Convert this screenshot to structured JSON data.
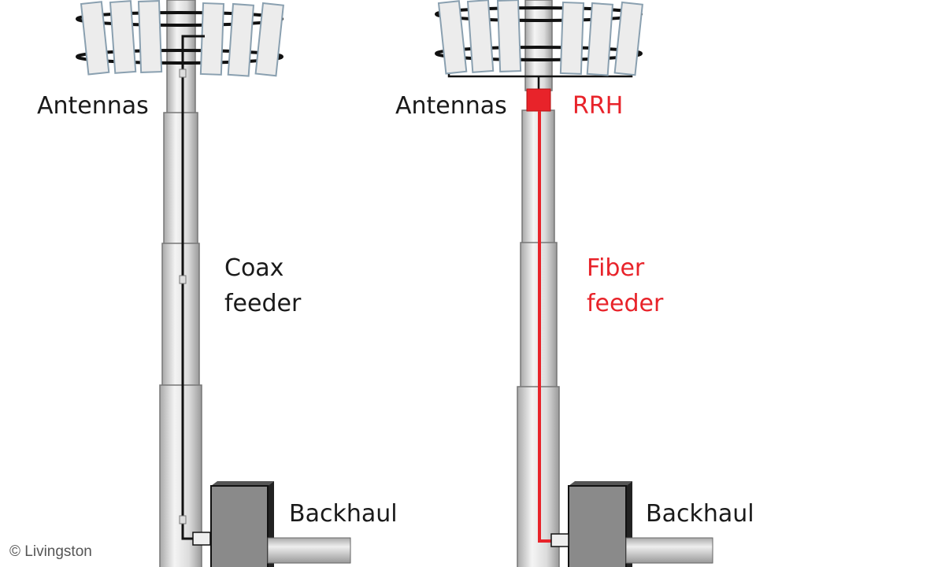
{
  "left_tower": {
    "antennas_label": "Antennas",
    "feeder_label_line1": "Coax",
    "feeder_label_line2": "feeder",
    "backhaul_label": "Backhaul"
  },
  "right_tower": {
    "antennas_label": "Antennas",
    "rrh_label": "RRH",
    "feeder_label_line1": "Fiber",
    "feeder_label_line2": "feeder",
    "backhaul_label": "Backhaul"
  },
  "credit": "© Livingston",
  "colors": {
    "fiber": "#e8232a",
    "coax": "#111111",
    "pole": "#d9d9d9",
    "cabinet": "#8a8a8a"
  }
}
